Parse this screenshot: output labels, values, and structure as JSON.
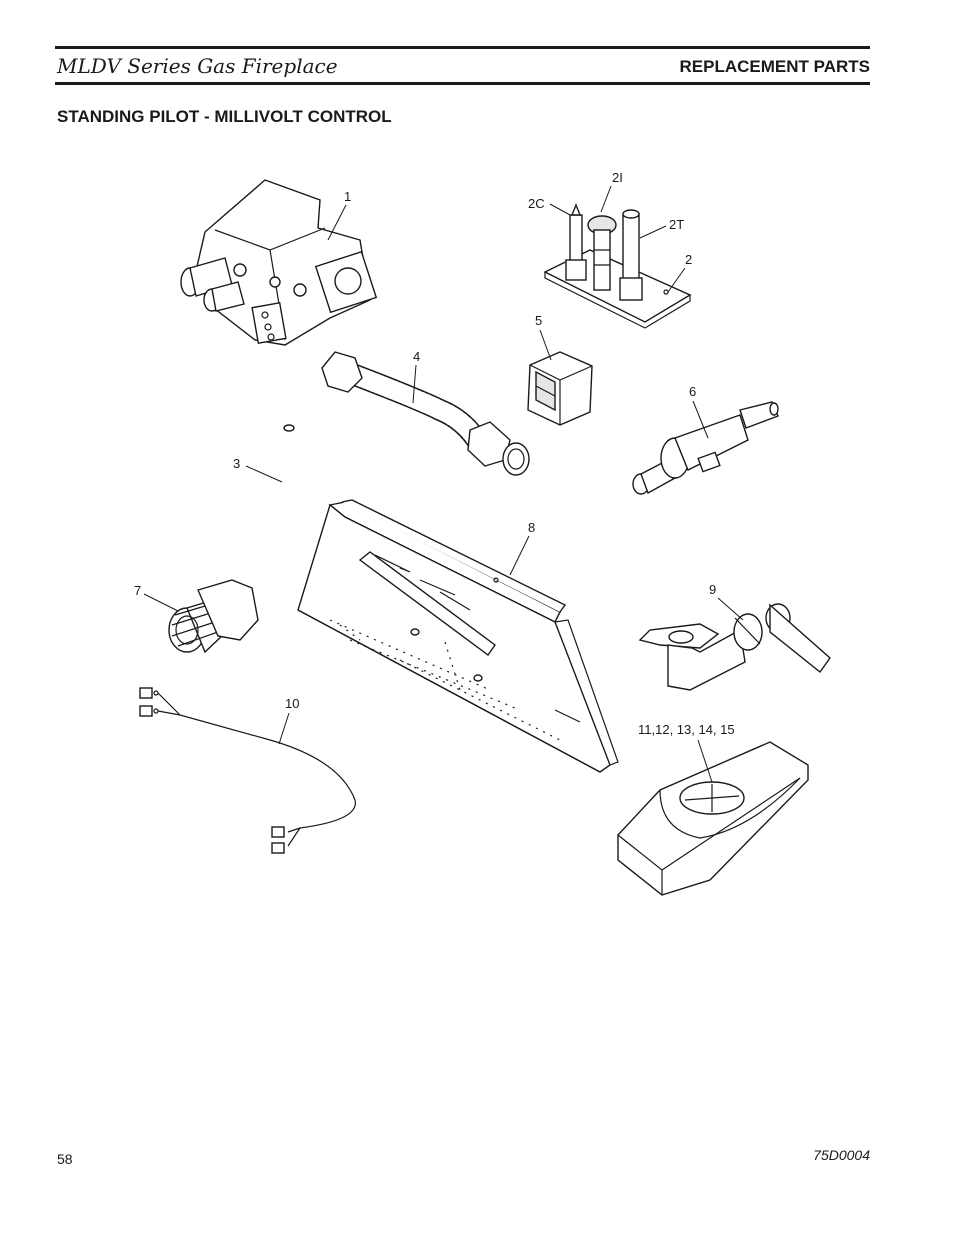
{
  "header": {
    "title": "MLDV Series Gas Fireplace",
    "section": "REPLACEMENT PARTS"
  },
  "heading": "STANDING PILOT - MILLIVOLT CONTROL",
  "callouts": {
    "c1": "1",
    "c2c": "2C",
    "c2i": "2I",
    "c2t": "2T",
    "c2": "2",
    "c3": "3",
    "c4": "4",
    "c5": "5",
    "c6": "6",
    "c7": "7",
    "c8": "8",
    "c9": "9",
    "c10": "10",
    "c11": "11,12, 13, 14, 15"
  },
  "footer": {
    "page": "58",
    "code": "75D0004"
  }
}
